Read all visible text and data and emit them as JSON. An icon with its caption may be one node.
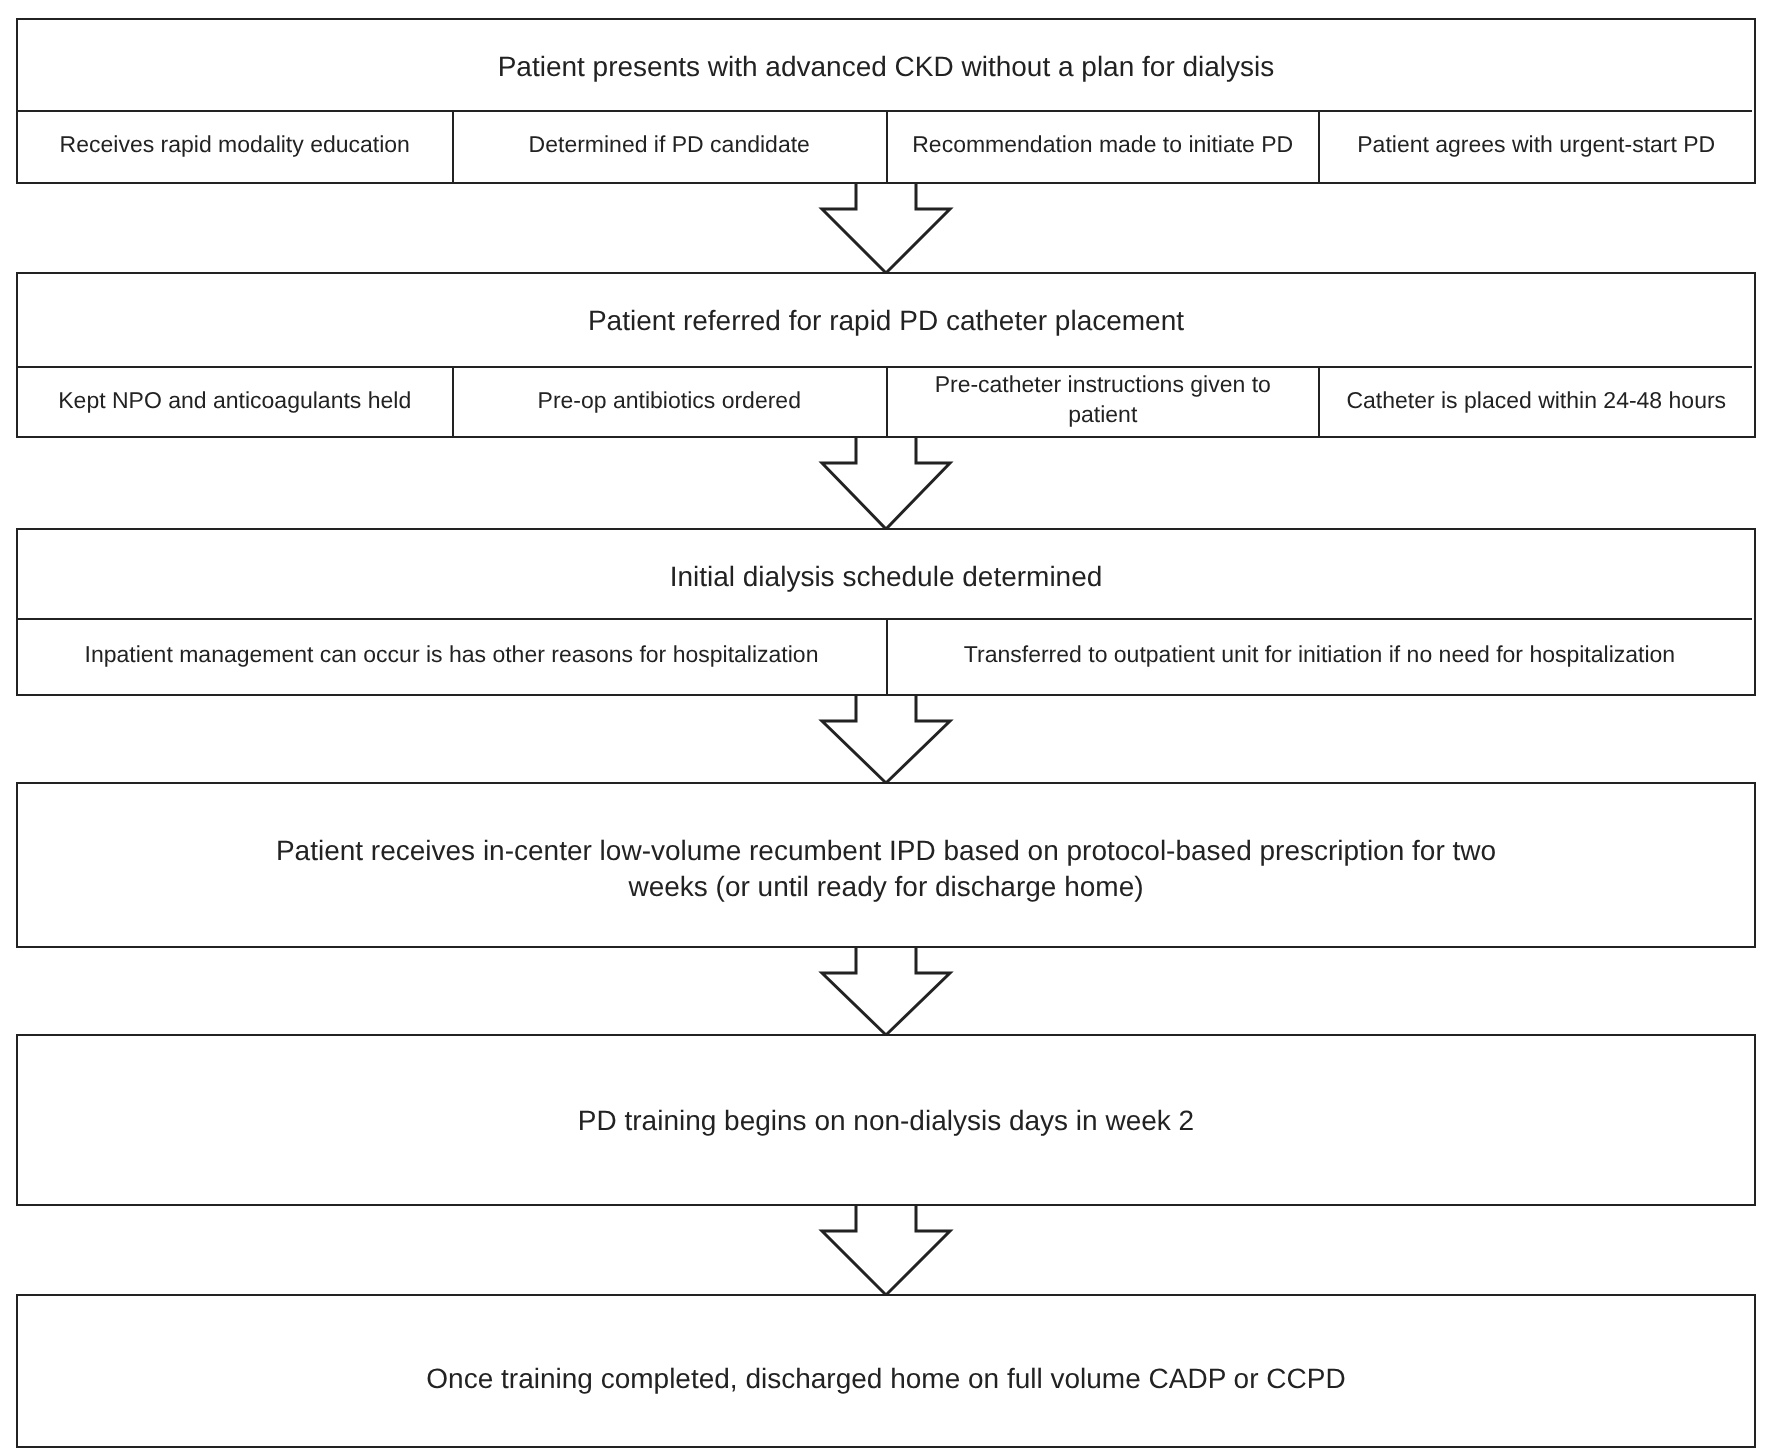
{
  "diagram": {
    "nodes": [
      {
        "text": [
          "Patient presents with advanced CKD without a plan for dialysis"
        ]
      },
      {
        "text": [
          "Receives rapid modality education"
        ],
        "in": 0
      },
      {
        "text": [
          "Determined if PD candidate"
        ],
        "in": 0
      },
      {
        "text": [
          "Recommendation made to initiate PD"
        ],
        "in": 0
      },
      {
        "text": [
          "Patient agrees with urgent-start PD"
        ],
        "in": 0
      },
      {
        "text": [
          "Patient referred for rapid PD catheter placement"
        ]
      },
      {
        "text": [
          "Kept NPO and anticoagulants held"
        ],
        "in": 5
      },
      {
        "text": [
          "Pre-op antibiotics ordered"
        ],
        "in": 5
      },
      {
        "text": [
          "Pre-catheter instructions given to patient"
        ],
        "in": 5
      },
      {
        "text": [
          "Catheter is placed within 24-48 hours"
        ],
        "in": 5
      },
      {
        "text": [
          "Initial dialysis schedule determined"
        ]
      },
      {
        "text": [
          "Inpatient management can occur is has other reasons for hospitalization"
        ],
        "in": 10
      },
      {
        "text": [
          "Transferred to outpatient unit for initiation if no need for hospitalization"
        ],
        "in": 10
      },
      {
        "text": [
          "Patient receives in-center low-volume recumbent IPD based on protocol-based prescription for two weeks (or until ready for discharge home)"
        ]
      },
      {
        "text": [
          "PD training begins on non-dialysis days in week 2"
        ]
      },
      {
        "text": [
          "Once training completed, discharged home on full volume CADP or CCPD"
        ]
      }
    ],
    "edges": [
      {
        "from": 0,
        "to": 5,
        "arrow": "to"
      },
      {
        "from": 5,
        "to": 10,
        "arrow": "to"
      },
      {
        "from": 10,
        "to": 13,
        "arrow": "to"
      },
      {
        "from": 13,
        "to": 14,
        "arrow": "to"
      },
      {
        "from": 14,
        "to": 15,
        "arrow": "to"
      }
    ]
  }
}
